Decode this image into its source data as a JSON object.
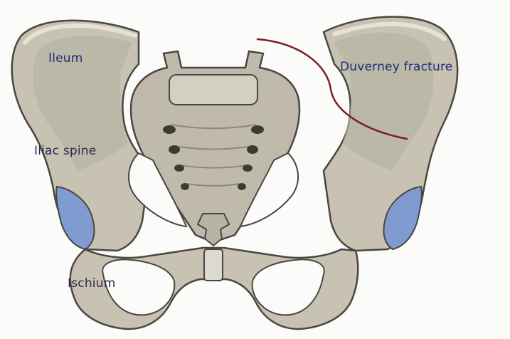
{
  "labels": {
    "ileum": "Ileum",
    "iliac_spine": "Iliac spine",
    "ischium": "Ischium",
    "fracture": "Duverney fracture"
  },
  "colors": {
    "bone": "#c7c2b2",
    "bone_shadow": "#8f897a",
    "bone_highlight": "#e6e2d6",
    "outline": "#4a4640",
    "cartilage": "#7f9bd0",
    "fracture_line": "#7a1f2a",
    "text": "#1f2b7a"
  }
}
